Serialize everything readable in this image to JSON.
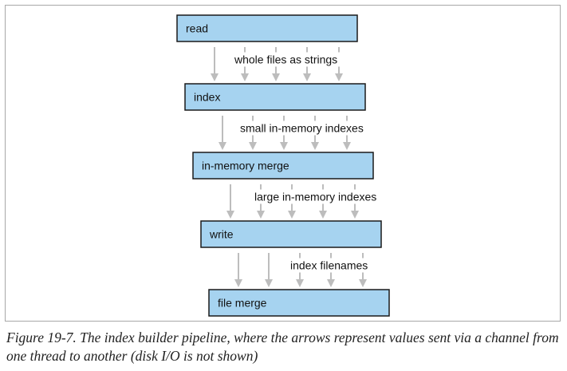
{
  "diagram": {
    "stages": [
      {
        "id": "read",
        "label": "read"
      },
      {
        "id": "index",
        "label": "index"
      },
      {
        "id": "in-memory-merge",
        "label": "in-memory merge"
      },
      {
        "id": "write",
        "label": "write"
      },
      {
        "id": "file-merge",
        "label": "file merge"
      }
    ],
    "channels": [
      {
        "from": "read",
        "to": "index",
        "label": "whole files as strings"
      },
      {
        "from": "index",
        "to": "in-memory-merge",
        "label": "small in-memory indexes"
      },
      {
        "from": "in-memory-merge",
        "to": "write",
        "label": "large in-memory indexes"
      },
      {
        "from": "write",
        "to": "file-merge",
        "label": "index filenames"
      }
    ],
    "colors": {
      "box_fill": "#a6d3f0",
      "box_stroke": "#1a1a1a",
      "arrow": "#bdbdbd"
    }
  },
  "caption": {
    "text": "Figure 19-7. The index builder pipeline, where the arrows represent values sent via a channel from one thread to another (disk I/O is not shown)"
  }
}
